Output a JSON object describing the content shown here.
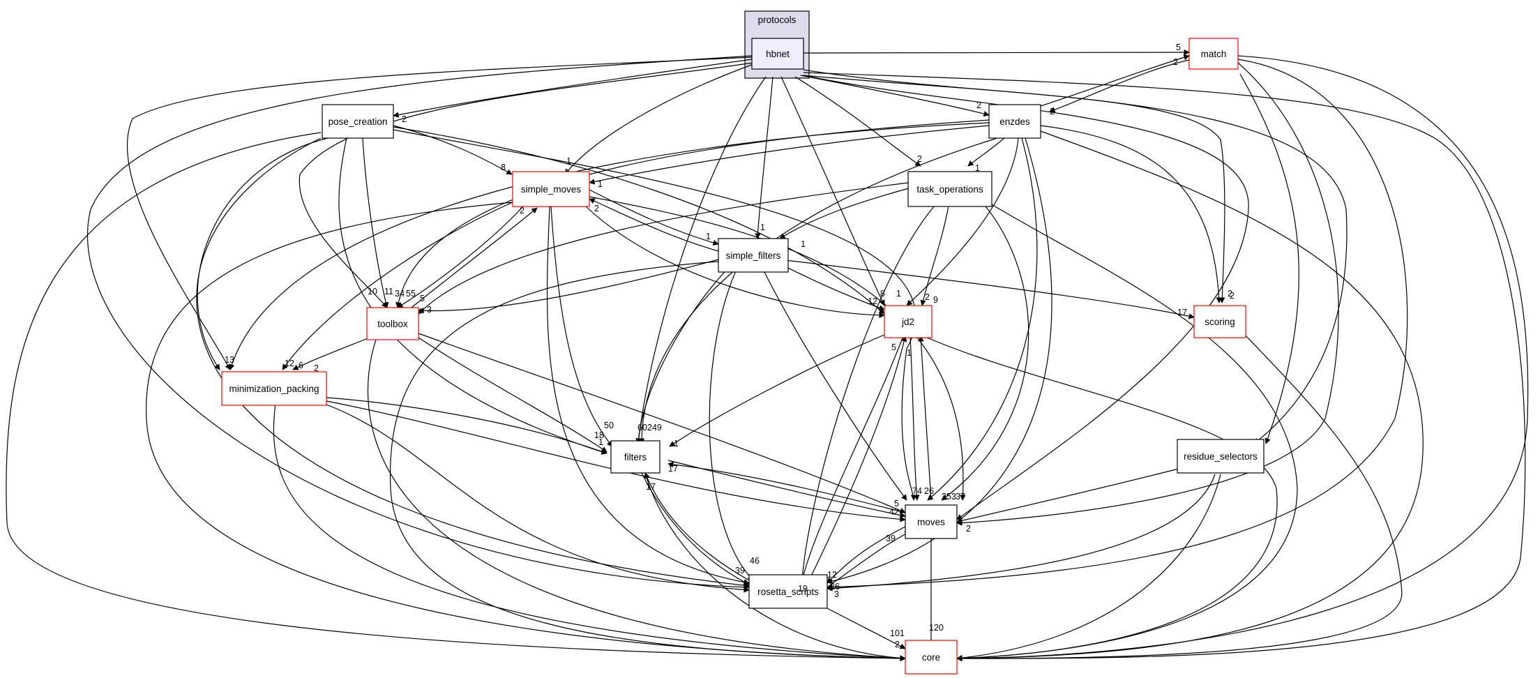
{
  "cluster": {
    "label": "protocols"
  },
  "colors": {
    "cluster_fill": "#dcdcec",
    "cluster_border": "#000000",
    "focus_fill": "#eeeeff",
    "node_border_black": "#000000",
    "node_border_red": "#ff0000",
    "edge": "#000000"
  },
  "nodes": {
    "hbnet": "hbnet",
    "match": "match",
    "pose_creation": "pose_creation",
    "enzdes": "enzdes",
    "simple_moves": "simple_moves",
    "task_operations": "task_operations",
    "simple_filters": "simple_filters",
    "toolbox": "toolbox",
    "jd2": "jd2",
    "scoring": "scoring",
    "minimization_packing": "minimization_packing",
    "filters": "filters",
    "residue_selectors": "residue_selectors",
    "moves": "moves",
    "rosetta_scripts": "rosetta_scripts",
    "core": "core"
  },
  "edge_labels": {
    "hbnet_match": "5",
    "match_enzdes": "2",
    "enzdes_match": "2",
    "hbnet_pose": "2",
    "hbnet_enzdes": "2",
    "hbnet_taskops": "2",
    "hbnet_simplemoves": "1",
    "hbnet_simplefilters": "1",
    "hbnet_jd2": "1",
    "hbnet_scoring": "2",
    "pose_simplemoves": "8",
    "enzdes_simplemoves": "1",
    "enzdes_taskops": "1",
    "enzdes_jd2": "2",
    "simplefilters_simplemoves": "1",
    "simplemoves_simplefilters": "2",
    "simplemoves_toolbox": "2",
    "taskops_simplefilters": "1",
    "simplefilters_jd2": "12",
    "simplefilters_jd2b": "8",
    "simplefilters_scoring": "17",
    "jd2_pair": "9",
    "toolbox_10": "10",
    "toolbox_11": "11",
    "toolbox_34": "34",
    "toolbox_55": "55",
    "toolbox_5": "5",
    "toolbox_3": "3",
    "mp_13": "13",
    "mp_12": "12",
    "mp_6": "6",
    "mp_2": "2",
    "filters_50": "50",
    "filters_18": "18",
    "filters_1": "1",
    "filters_60": "60",
    "filters_249": "249",
    "jd2_filters": "1",
    "jd2_5": "5",
    "jd2_1": "1",
    "moves_74": "74",
    "moves_26": "26",
    "moves_253": "253",
    "moves_37": "37",
    "filters_17": "17",
    "filters_17b": "17",
    "moves_5": "5",
    "moves_42": "42",
    "moves_rs_39": "39",
    "rs_46": "46",
    "rs_39": "39",
    "rs_12": "12",
    "rs_19": "19",
    "rs_26": "26",
    "rs_3": "3",
    "moves_right": "2",
    "core_101": "101",
    "core_120": "120",
    "core_left": "2",
    "scoring_2": "2"
  }
}
